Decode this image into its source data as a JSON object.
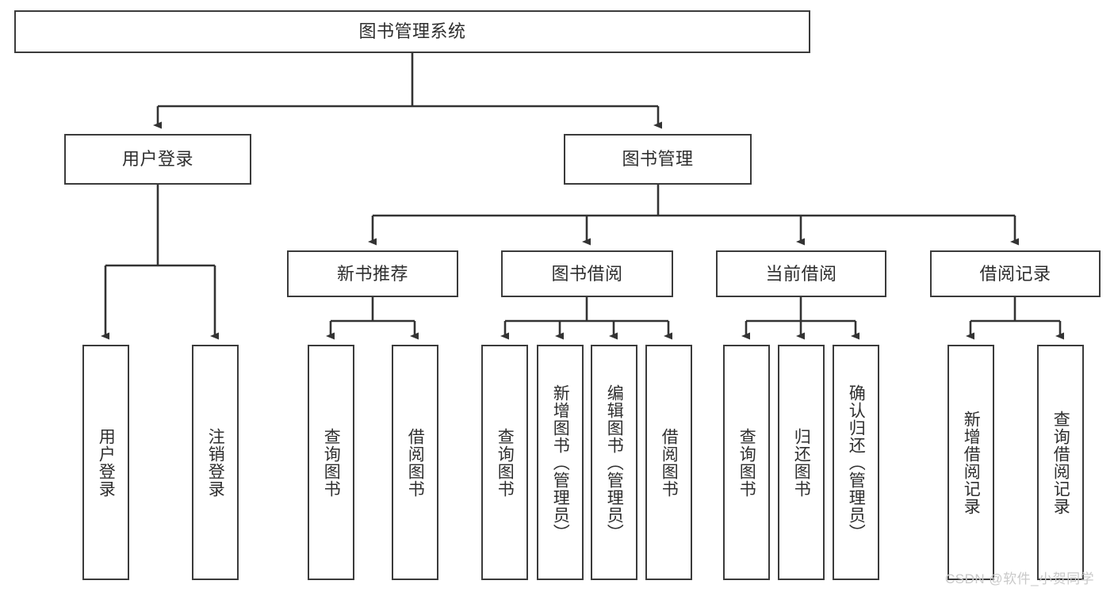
{
  "diagram": {
    "title": "图书管理系统",
    "type": "hierarchy-tree",
    "colors": {
      "box_border": "#3b3b3b",
      "box_fill": "#ffffff",
      "connector": "#333333",
      "text": "#2e2e2e",
      "watermark": "#c9c9c9",
      "background": "#ffffff"
    },
    "watermark": "CSDN @软件_小贺同学",
    "nodes": {
      "root": {
        "label": "图书管理系统"
      },
      "level2": [
        {
          "id": "user-login",
          "label": "用户登录"
        },
        {
          "id": "book-manage",
          "label": "图书管理"
        }
      ],
      "level3": [
        {
          "id": "new-book-recommend",
          "label": "新书推荐"
        },
        {
          "id": "book-borrow",
          "label": "图书借阅"
        },
        {
          "id": "current-borrow",
          "label": "当前借阅"
        },
        {
          "id": "borrow-record",
          "label": "借阅记录"
        }
      ],
      "leaves": {
        "user_login": [
          {
            "id": "leaf-user-login",
            "label": "用户登录"
          },
          {
            "id": "leaf-user-logout",
            "label": "注销登录"
          }
        ],
        "new_book_recommend": [
          {
            "id": "leaf-query-book-1",
            "label": "查询图书"
          },
          {
            "id": "leaf-borrow-book-1",
            "label": "借阅图书"
          }
        ],
        "book_borrow": [
          {
            "id": "leaf-query-book-2",
            "label": "查询图书"
          },
          {
            "id": "leaf-add-book",
            "label": "新增图书（管理员）"
          },
          {
            "id": "leaf-edit-book",
            "label": "编辑图书（管理员）"
          },
          {
            "id": "leaf-borrow-book-2",
            "label": "借阅图书"
          }
        ],
        "current_borrow": [
          {
            "id": "leaf-query-book-3",
            "label": "查询图书"
          },
          {
            "id": "leaf-return-book",
            "label": "归还图书"
          },
          {
            "id": "leaf-confirm-return",
            "label": "确认归还（管理员）"
          }
        ],
        "borrow_record": [
          {
            "id": "leaf-add-borrow-record",
            "label": "新增借阅记录"
          },
          {
            "id": "leaf-query-borrow-record",
            "label": "查询借阅记录"
          }
        ]
      }
    }
  }
}
